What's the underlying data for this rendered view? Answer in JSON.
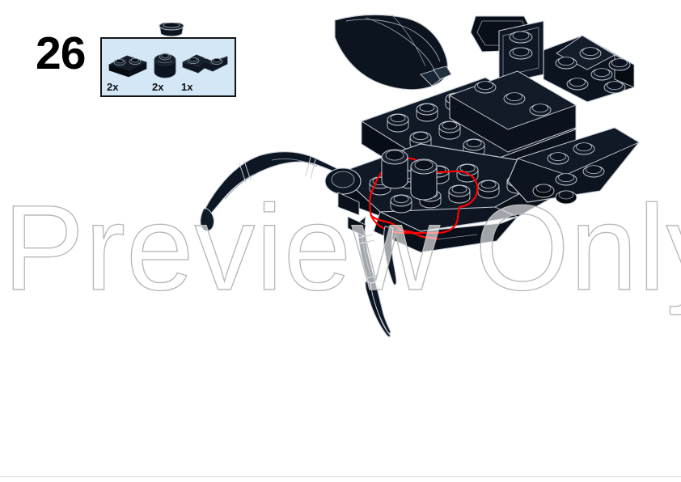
{
  "document": {
    "kind": "lego-building-instructions-page",
    "page_background": "#ffffff",
    "rule_color": "#d9d9d9"
  },
  "step": {
    "number": "26"
  },
  "parts_callout": {
    "background_color": "#d3e7f7",
    "border_color": "#141414",
    "parts": [
      {
        "icon": "plate-1x2-icon",
        "quantity": "2x",
        "description": "plate 1 x 2, black",
        "color": "#0e1622"
      },
      {
        "icon": "round-brick-1x1-icon",
        "quantity": "2x",
        "description": "round brick 1 x 1, black",
        "color": "#0e1622"
      },
      {
        "icon": "plate-2x2-corner-icon",
        "quantity": "1x",
        "description": "corner plate 2 x 2, black",
        "color": "#0e1622"
      }
    ]
  },
  "model": {
    "description": "dark navy LEGO creature assembly with studded plates, curved wing shells and two articulated legs",
    "brick_fill": "#0c1420",
    "brick_fill_light": "#18222f",
    "brick_fill_dark": "#060a11",
    "outline_color": "#c8ced6",
    "stud_top": "#1b2533",
    "highlight_outline_color": "#ff0000"
  },
  "watermark": {
    "text": "Preview Only",
    "stroke_color": "#b9b9b9",
    "fill_color": "rgba(255,255,255,0.62)"
  }
}
